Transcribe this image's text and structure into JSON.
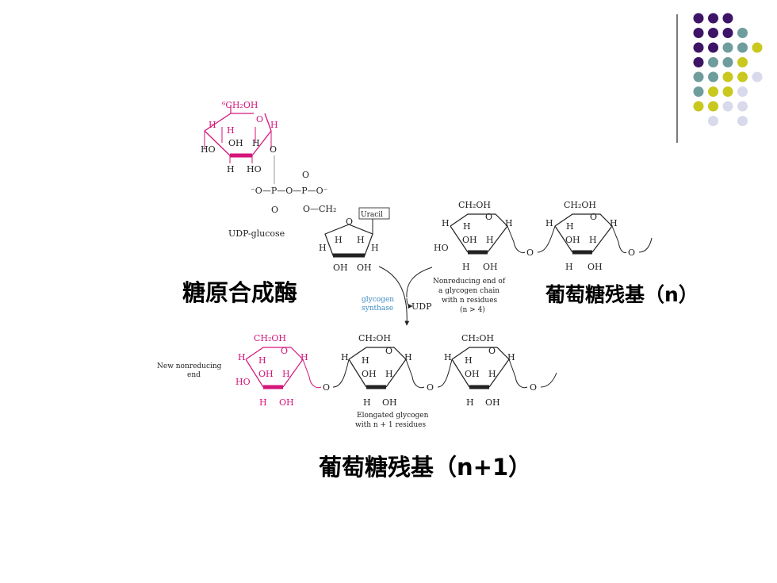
{
  "labels": {
    "enzyme": "糖原合成酶",
    "residue_n": "葡萄糖残基（n）",
    "residue_n1": "葡萄糖残基（n+1）"
  },
  "diagram": {
    "udp_glucose": "UDP-glucose",
    "uracil": "Uracil",
    "c6_label": "⁶CH₂OH",
    "ch2oh": "CH₂OH",
    "h": "H",
    "oh": "OH",
    "ho": "HO",
    "o": "O",
    "pyro": "⁻O—P—O—P—O⁻",
    "o_ch2": "O—CH₂",
    "nonreducing_1": "Nonreducing end of",
    "nonreducing_2": "a glycogen chain",
    "nonreducing_3": "with n residues",
    "nonreducing_4": "(n > 4)",
    "enzyme_1": "glycogen",
    "enzyme_2": "synthase",
    "udp": "UDP",
    "new_end_1": "New nonreducing",
    "new_end_2": "end",
    "elongated_1": "Elongated glycogen",
    "elongated_2": "with n + 1 residues"
  },
  "colors": {
    "pink": "#d4157a",
    "blue": "#3b8bc4",
    "dark_purple": "#3d1466",
    "teal": "#6f9c9c",
    "yellow_green": "#c8c81e",
    "lavender": "#d9d9ec"
  },
  "dot_grid": [
    [
      "dark_purple",
      "dark_purple",
      "dark_purple",
      "none",
      "none"
    ],
    [
      "dark_purple",
      "dark_purple",
      "dark_purple",
      "teal",
      "none"
    ],
    [
      "dark_purple",
      "dark_purple",
      "teal",
      "teal",
      "yellow_green"
    ],
    [
      "dark_purple",
      "teal",
      "teal",
      "yellow_green",
      "none"
    ],
    [
      "teal",
      "teal",
      "yellow_green",
      "yellow_green",
      "lavender"
    ],
    [
      "teal",
      "yellow_green",
      "yellow_green",
      "lavender",
      "none"
    ],
    [
      "yellow_green",
      "yellow_green",
      "lavender",
      "lavender",
      "none"
    ],
    [
      "none",
      "lavender",
      "none",
      "lavender",
      "none"
    ]
  ]
}
